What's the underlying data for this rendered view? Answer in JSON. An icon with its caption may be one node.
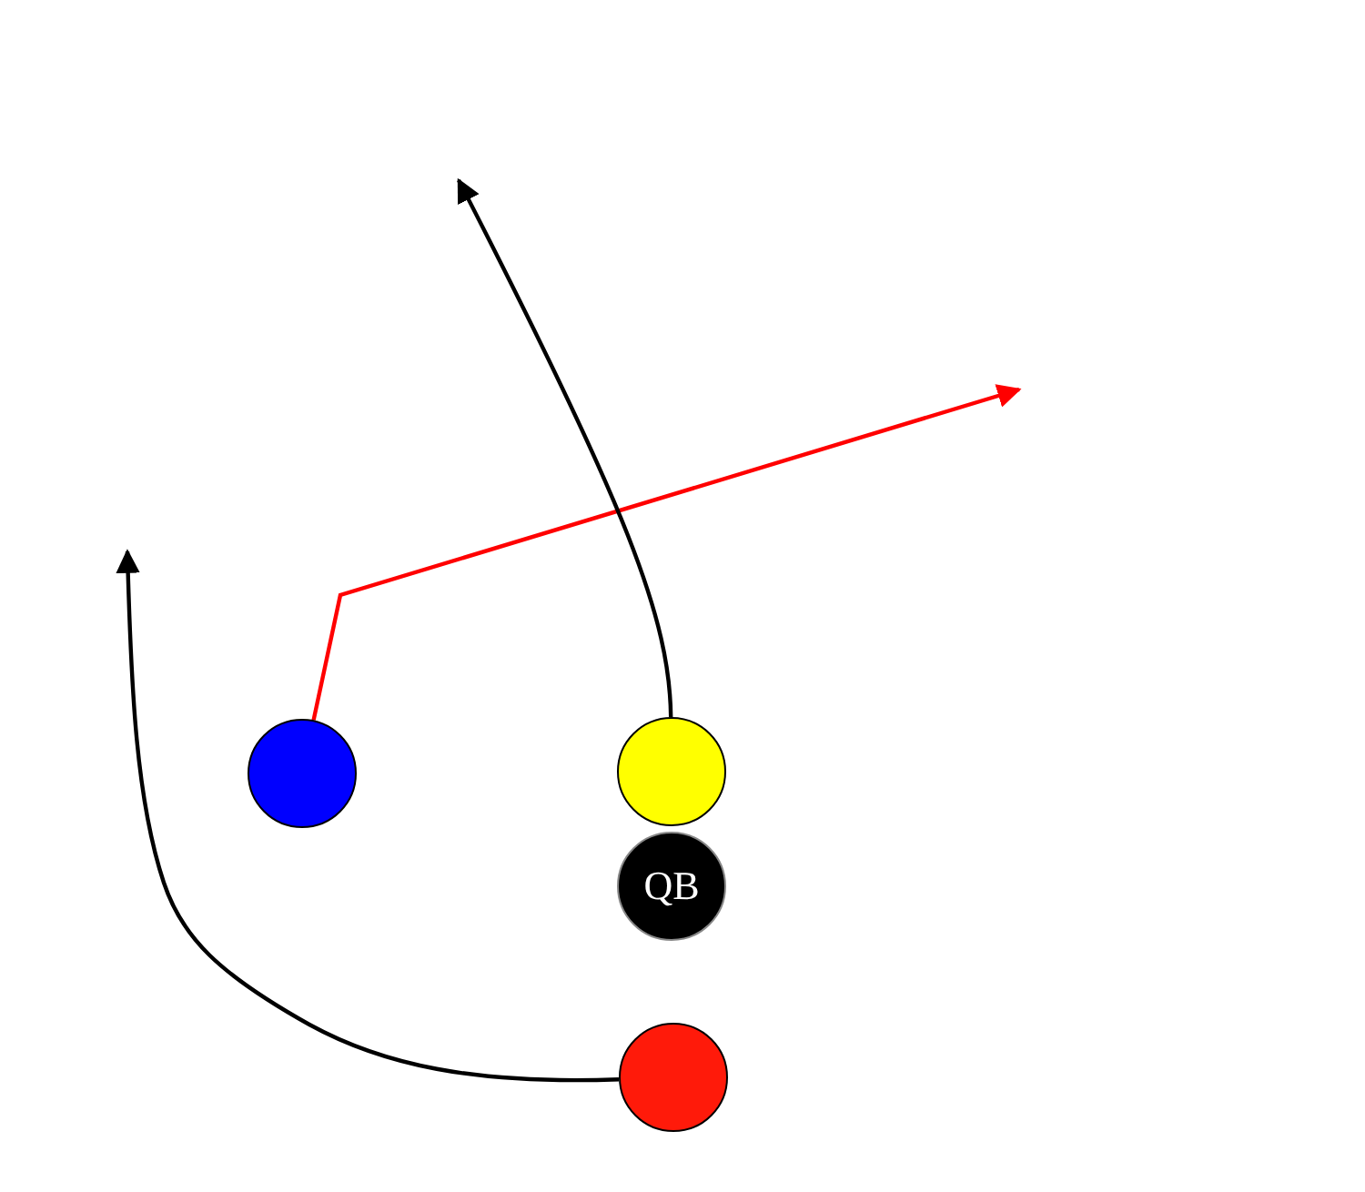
{
  "diagram": {
    "nodes": [
      {
        "text": [],
        "shape": "circle"
      },
      {
        "text": [],
        "shape": "circle"
      },
      {
        "text": [
          "QB"
        ]
      },
      {
        "text": [],
        "shape": "circle"
      }
    ],
    "edges": [
      {
        "from": 0,
        "to": null,
        "arrow": "to",
        "color": "#ff0000"
      },
      {
        "from": 1,
        "to": null,
        "arrow": "to"
      },
      {
        "from": 3,
        "to": null,
        "arrow": "to"
      }
    ]
  }
}
